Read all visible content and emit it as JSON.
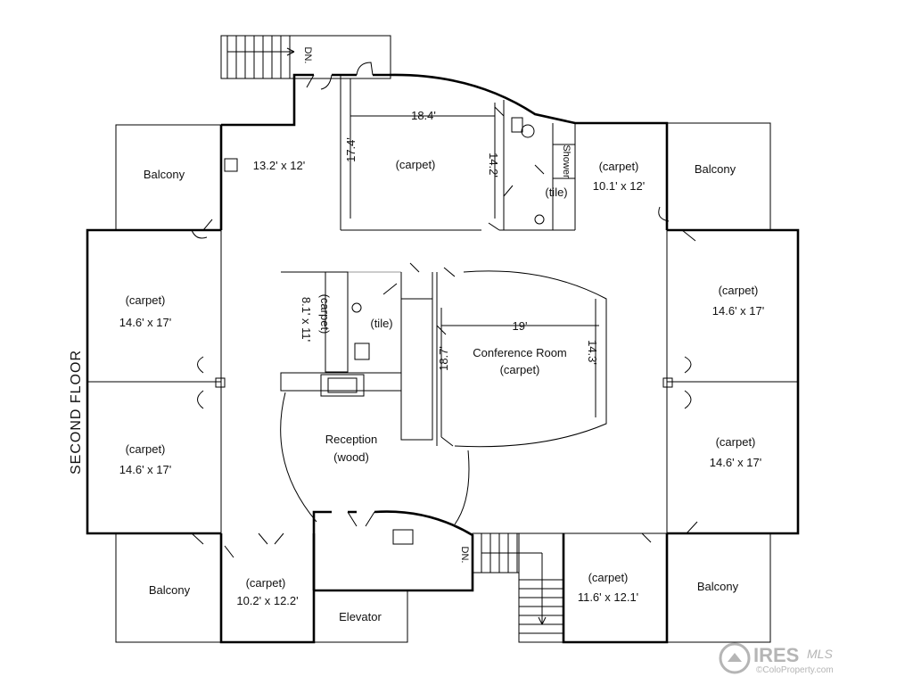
{
  "floor_title": "SECOND FLOOR",
  "stair_labels": {
    "top": "DN.",
    "bottom": "DN."
  },
  "rooms": {
    "balcony_top_left": "Balcony",
    "balcony_top_right": "Balcony",
    "balcony_bottom_left": "Balcony",
    "balcony_bottom_right": "Balcony",
    "office_small_size": "13.2' x 12'",
    "top_center_floor": "(carpet)",
    "top_center_width": "18.4'",
    "top_center_depth_left": "17.4'",
    "top_center_depth_right": "14.2'",
    "shower": "Shower",
    "bath_floor": "(tile)",
    "top_right_office_floor": "(carpet)",
    "top_right_office_size": "10.1' x 12'",
    "left_upper_floor": "(carpet)",
    "left_upper_size": "14.6' x 17'",
    "left_lower_floor": "(carpet)",
    "left_lower_size": "14.6' x 17'",
    "right_upper_floor": "(carpet)",
    "right_upper_size": "14.6' x 17'",
    "right_lower_floor": "(carpet)",
    "right_lower_size": "14.6' x 17'",
    "center_closet_floor": "(carpet)",
    "center_closet_size": "8.1' x 11'",
    "center_bath_floor": "(tile)",
    "conference_width": "19'",
    "conference_depth_left": "18.7'",
    "conference_depth_right": "14.3'",
    "conference_name": "Conference Room",
    "conference_floor": "(carpet)",
    "reception_name": "Reception",
    "reception_floor": "(wood)",
    "bottom_left_office_floor": "(carpet)",
    "bottom_left_office_size": "10.2' x 12.2'",
    "elevator": "Elevator",
    "bottom_right_office_floor": "(carpet)",
    "bottom_right_office_size": "11.6' x 12.1'"
  },
  "watermark": {
    "brand": "IRES",
    "suffix": "MLS",
    "site": "©ColoProperty.com"
  }
}
